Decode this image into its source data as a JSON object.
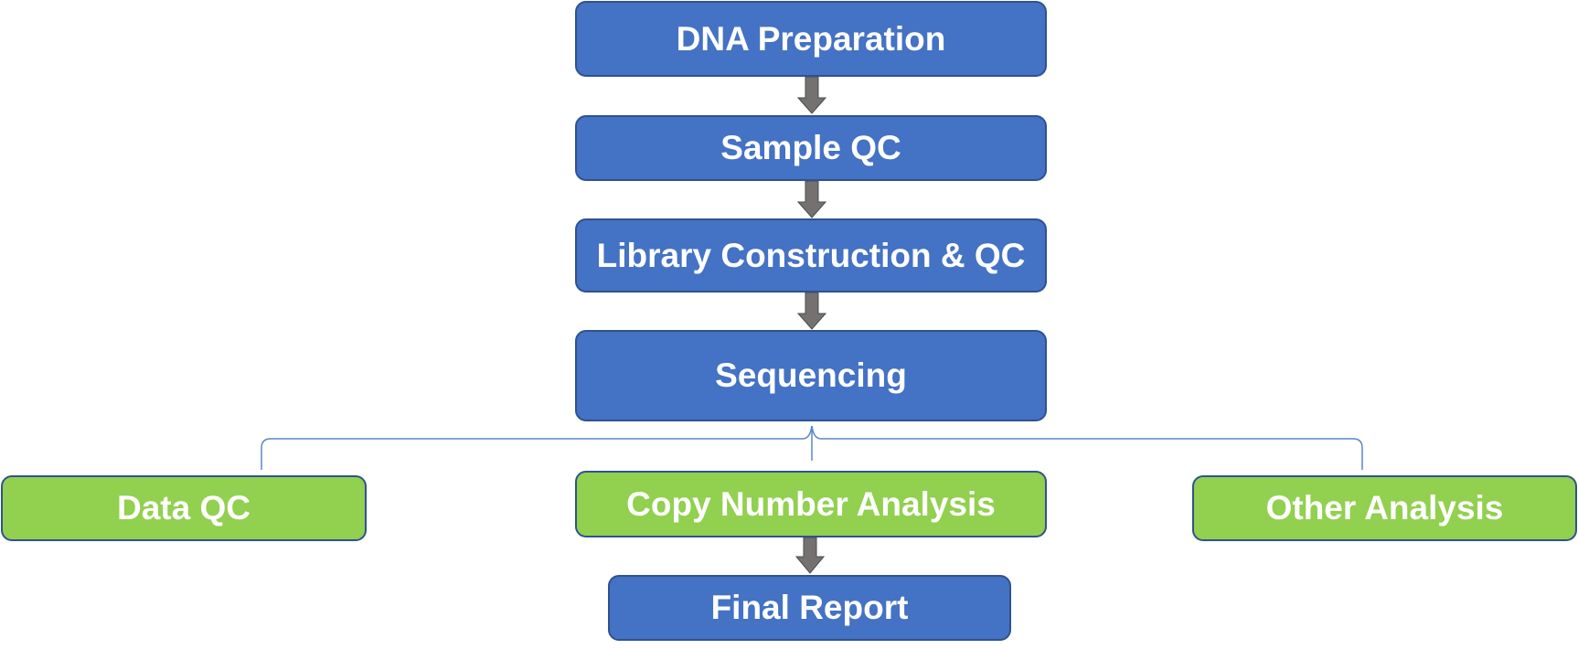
{
  "diagram": {
    "steps": {
      "dna_preparation": "DNA Preparation",
      "sample_qc": "Sample QC",
      "library_construction": "Library Construction & QC",
      "sequencing": "Sequencing",
      "data_qc": "Data QC",
      "copy_number_analysis": "Copy Number Analysis",
      "other_analysis": "Other Analysis",
      "final_report": "Final Report"
    },
    "colors": {
      "process_fill": "#4472c4",
      "analysis_fill": "#92d050",
      "border": "#2f528f",
      "arrow": "#767171",
      "bracket": "#5b87c9"
    }
  }
}
